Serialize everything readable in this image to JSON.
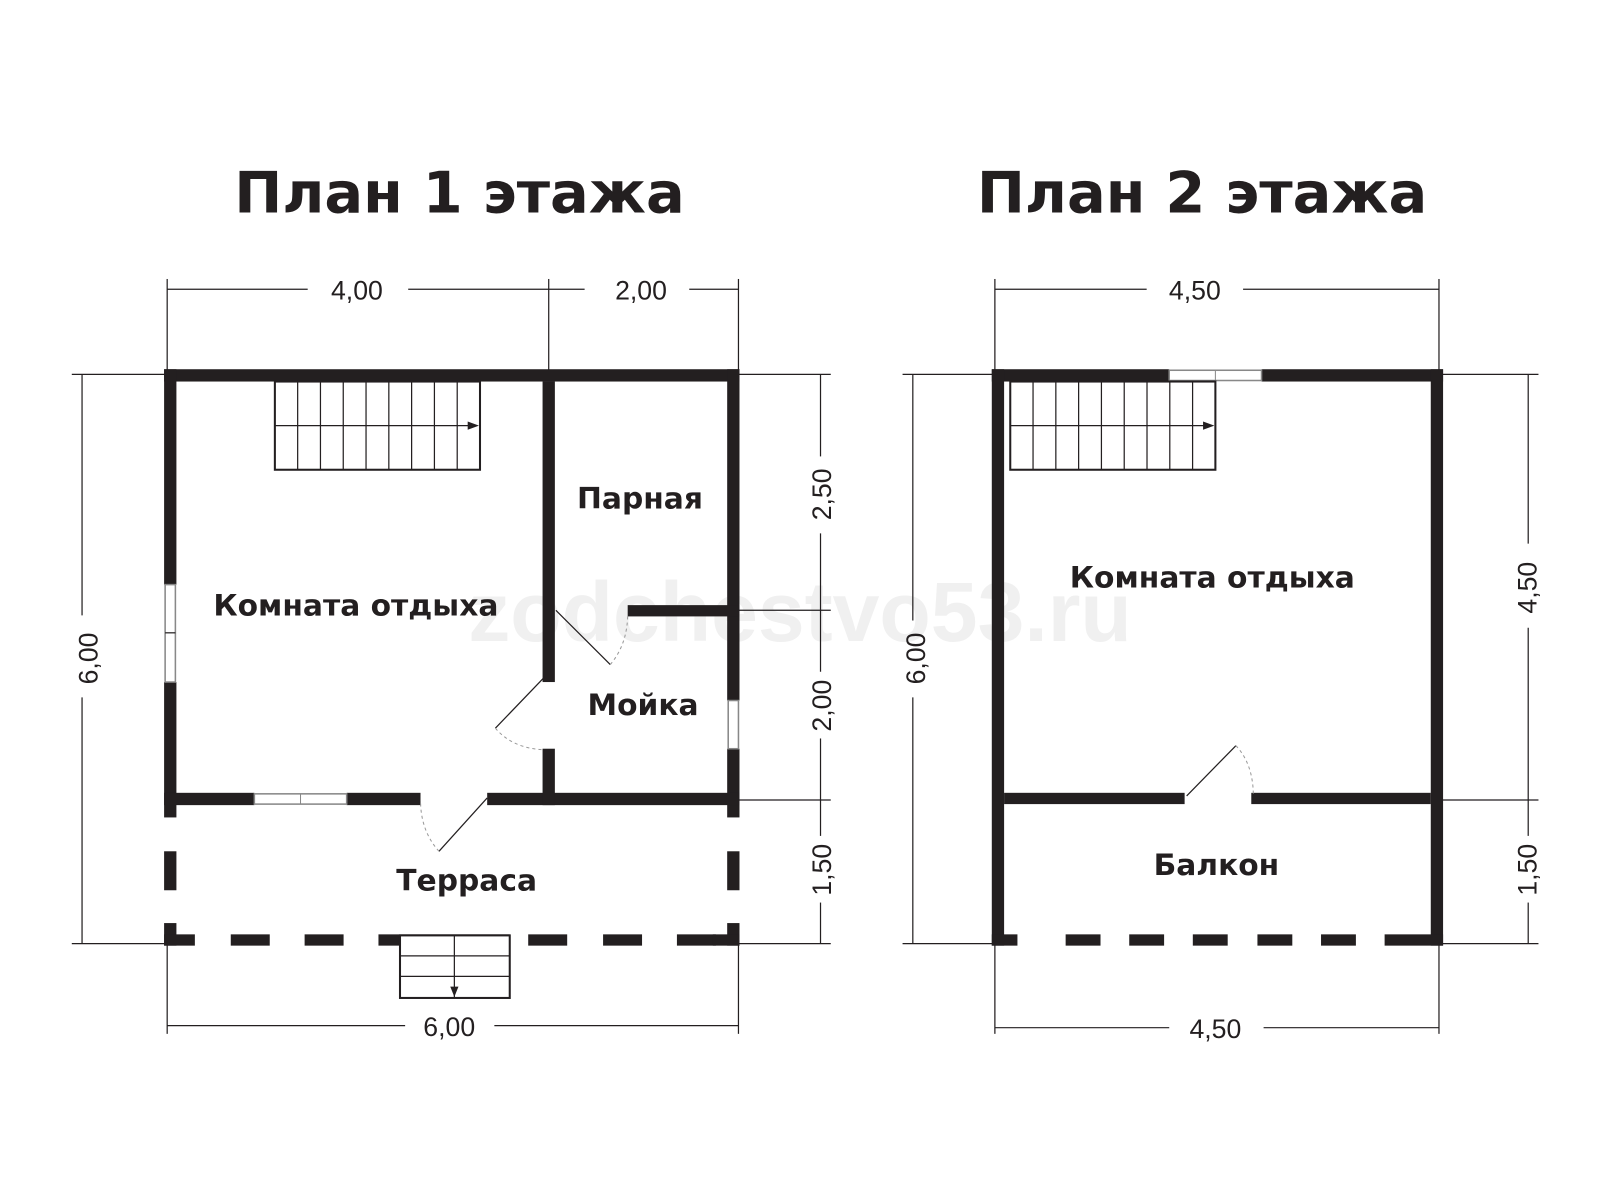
{
  "watermark": "zodchestvo53.ru",
  "floor1": {
    "title": "План 1 этажа",
    "rooms": {
      "living": "Комната отдыха",
      "steam": "Парная",
      "wash": "Мойка",
      "terrace": "Терраса"
    },
    "dims": {
      "top_left": "4,00",
      "top_right": "2,00",
      "left": "6,00",
      "right_1": "2,50",
      "right_2": "2,00",
      "right_3": "1,50",
      "bottom": "6,00"
    }
  },
  "floor2": {
    "title": "План 2 этажа",
    "rooms": {
      "living": "Комната отдыха",
      "balcony": "Балкон"
    },
    "dims": {
      "top": "4,50",
      "left": "6,00",
      "right_1": "4,50",
      "right_2": "1,50",
      "bottom": "4,50"
    }
  },
  "colors": {
    "wall": "#231f20",
    "window": "#888888"
  }
}
